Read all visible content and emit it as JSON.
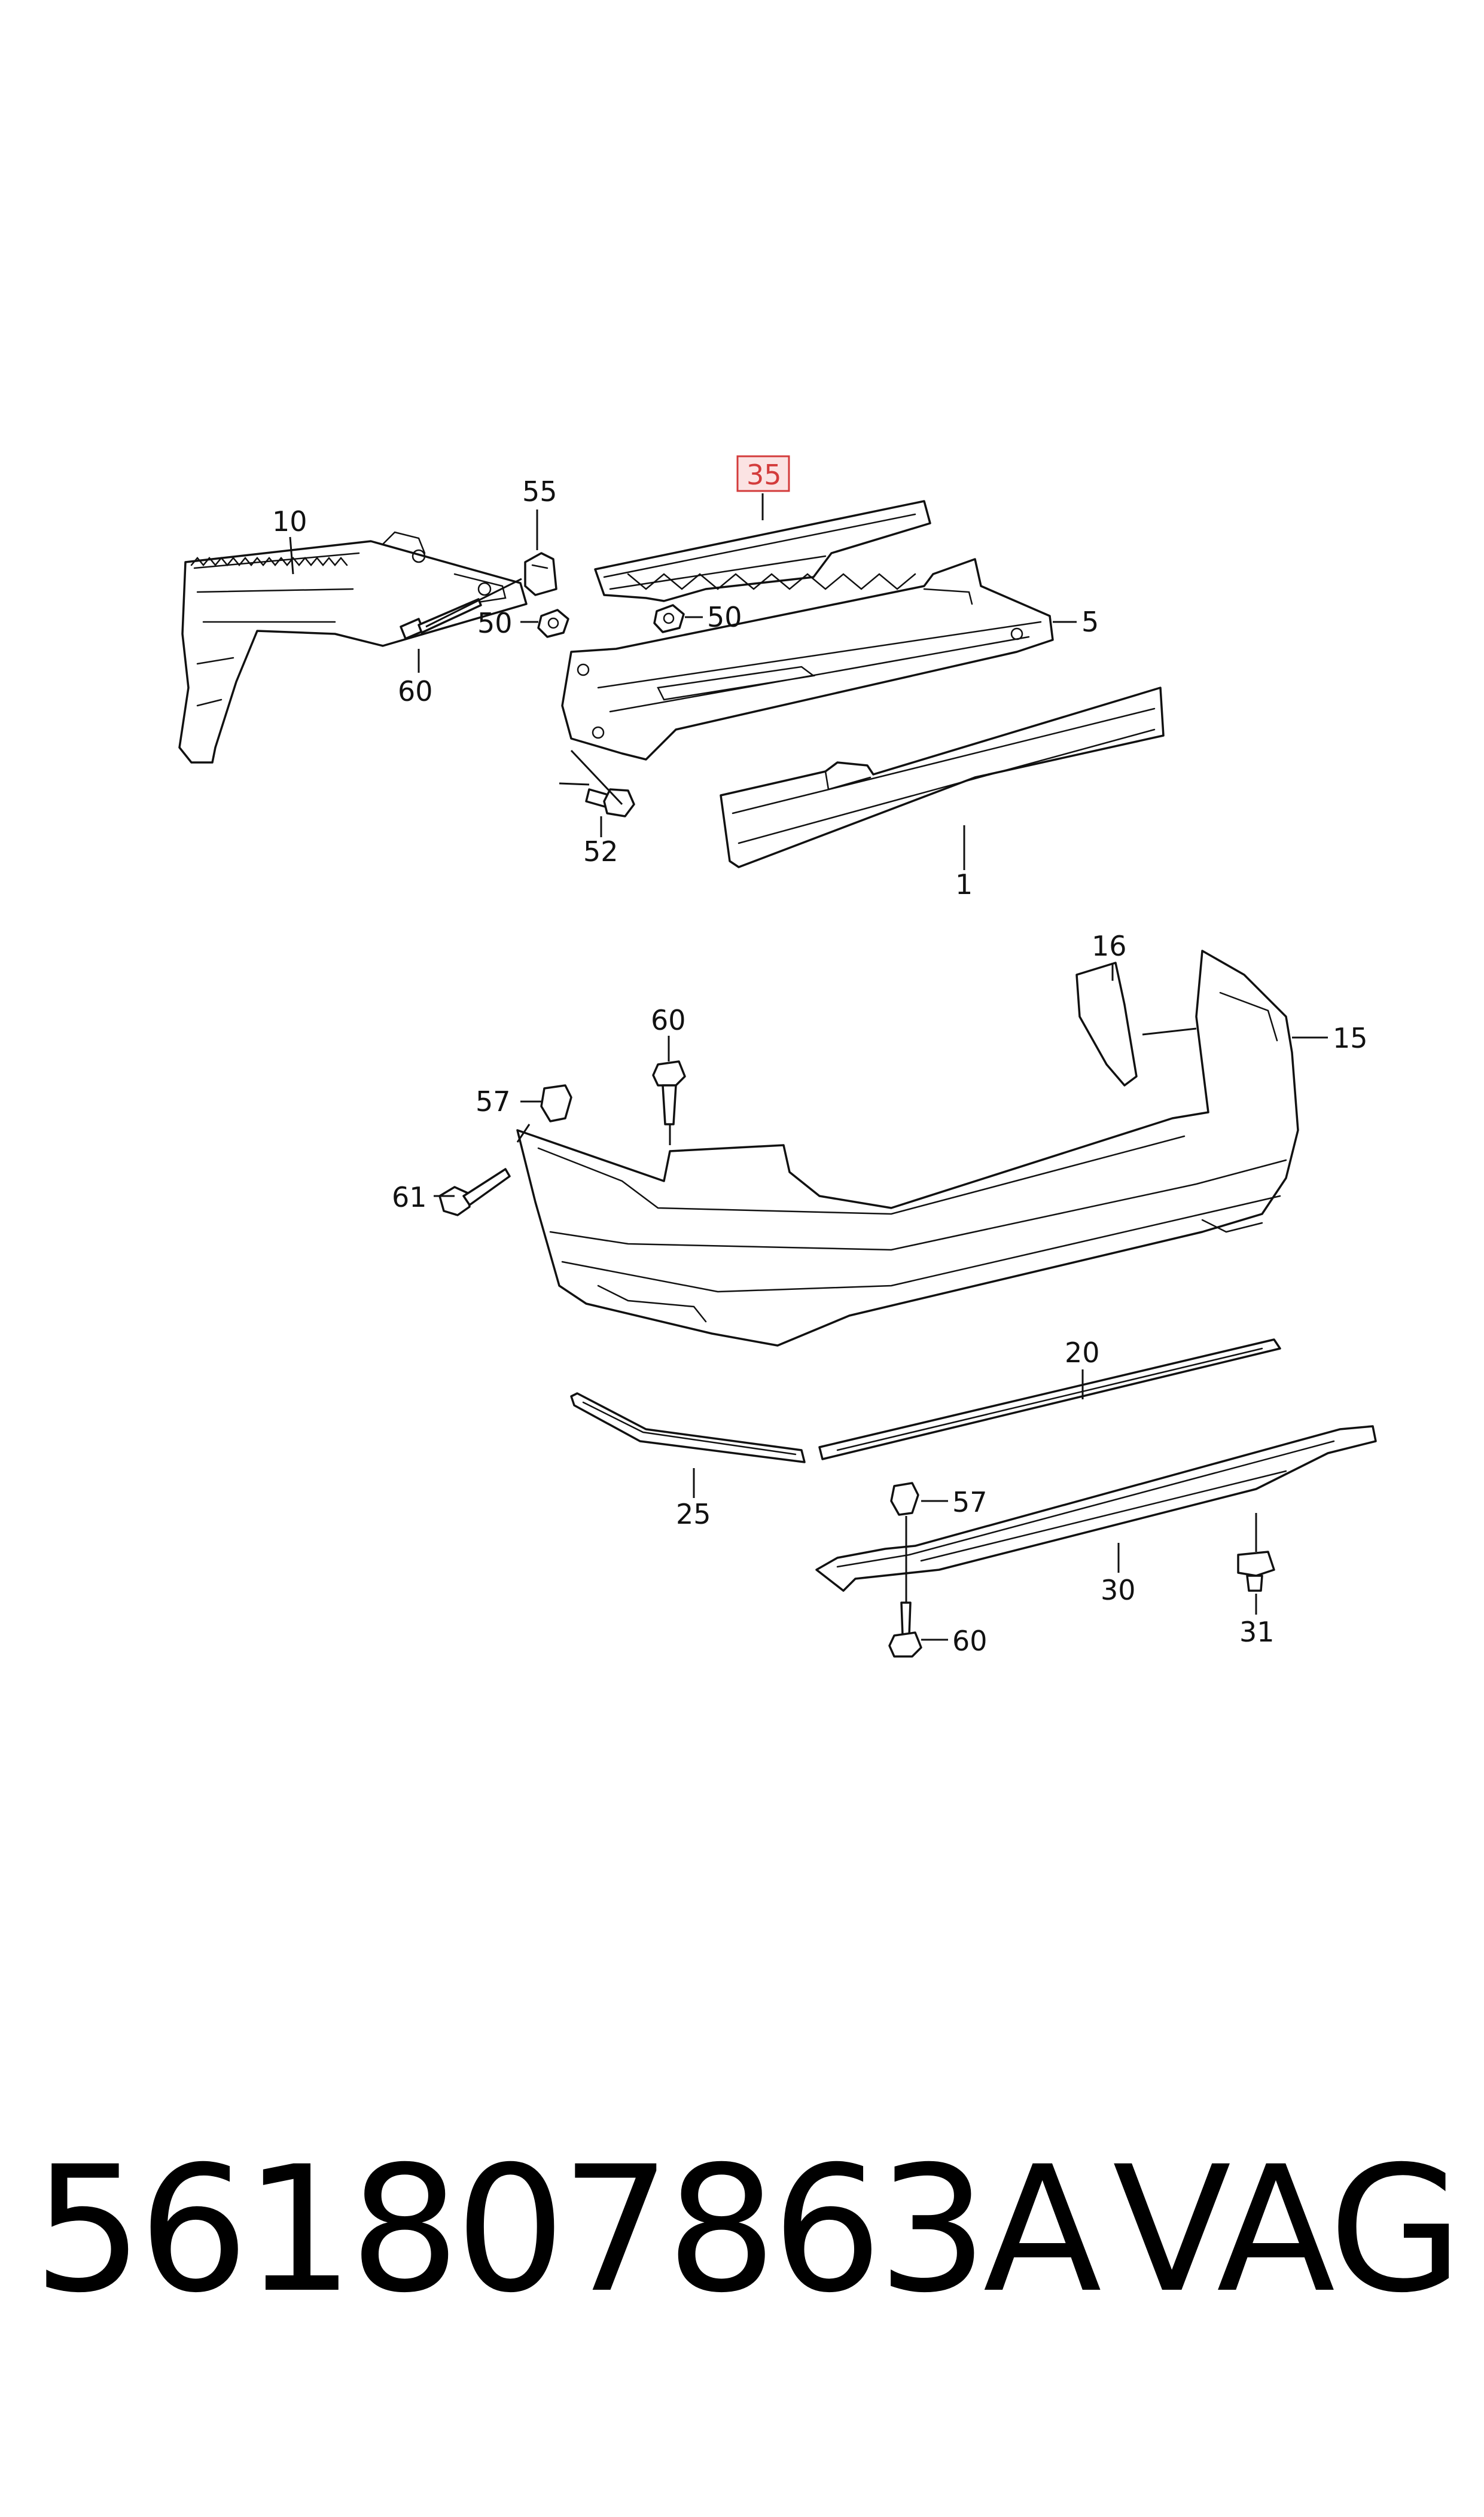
{
  "diagram": {
    "highlight_color": "#d33b3b",
    "callouts": {
      "c1": "1",
      "c5": "5",
      "c10": "10",
      "c15": "15",
      "c16": "16",
      "c20": "20",
      "c25": "25",
      "c30": "30",
      "c31": "31",
      "c35": "35",
      "c50a": "50",
      "c50b": "50",
      "c52": "52",
      "c55": "55",
      "c57a": "57",
      "c57b": "57",
      "c60a": "60",
      "c60b": "60",
      "c60c": "60",
      "c61": "61"
    }
  },
  "footer": {
    "part_number": "561807863A",
    "brand": "VAG"
  }
}
